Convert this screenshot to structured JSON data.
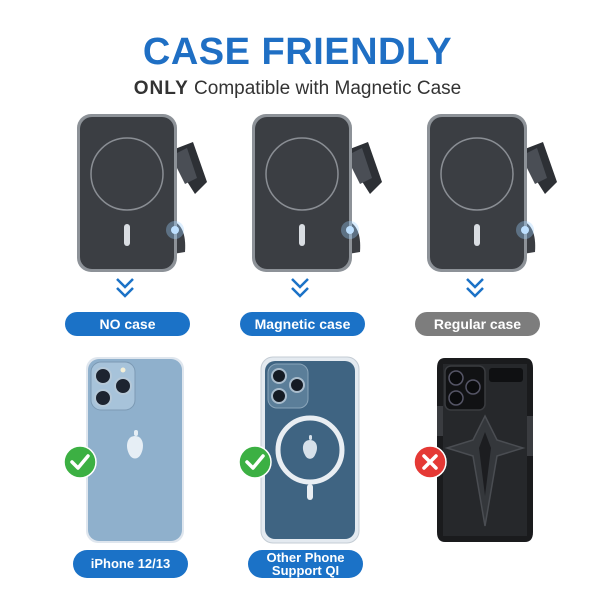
{
  "header": {
    "title": "CASE FRIENDLY",
    "subtitle_strong": "ONLY",
    "subtitle_rest": " Compatible with Magnetic Case"
  },
  "colors": {
    "brand_blue": "#1b72c7",
    "title_blue": "#1f6fc4",
    "pill_gray": "#7d7d7d",
    "check_green": "#3cb043",
    "cross_red": "#e53935"
  },
  "columns": [
    {
      "label": "NO case",
      "label_style": "blue",
      "status_icon": "green-check-icon",
      "phone_label_line1": "iPhone 12/13",
      "phone_label_line2": ""
    },
    {
      "label": "Magnetic case",
      "label_style": "blue",
      "status_icon": "green-check-icon",
      "phone_label_line1": "Other Phone",
      "phone_label_line2": "Support QI"
    },
    {
      "label": "Regular case",
      "label_style": "gray",
      "status_icon": "red-cross-icon",
      "phone_label_line1": "",
      "phone_label_line2": ""
    }
  ]
}
